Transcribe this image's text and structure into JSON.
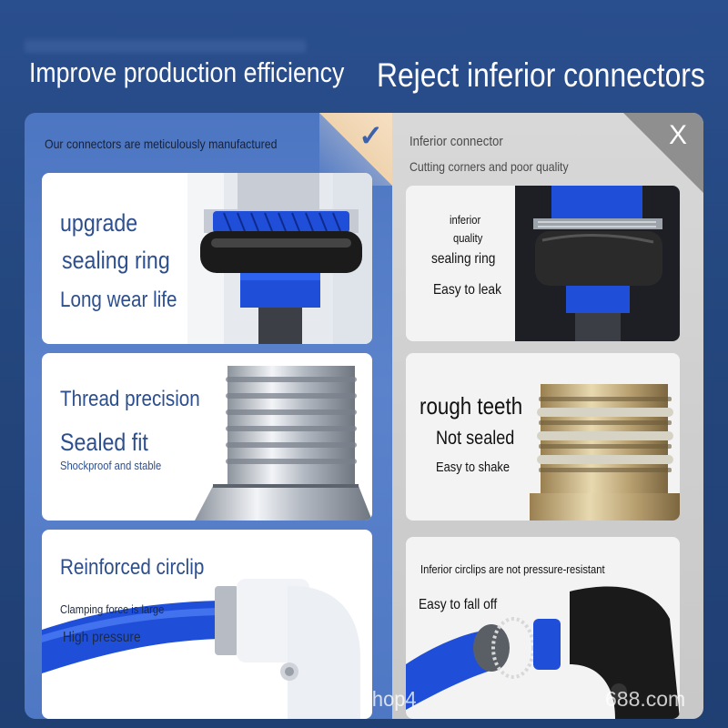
{
  "headlines": {
    "left": "Improve production efficiency",
    "right": "Reject inferior connectors"
  },
  "good_panel": {
    "caption": "Our connectors are meticulously manufactured",
    "badge_icon": "check-icon",
    "card1": {
      "line1": "upgrade",
      "line2": "sealing ring",
      "line3": "Long wear life"
    },
    "card2": {
      "line1": "Thread precision",
      "line2": "Sealed fit",
      "line3": "Shockproof and stable"
    },
    "card3": {
      "line1": "Reinforced circlip",
      "line2": "Clamping force is large",
      "line3": "High pressure"
    }
  },
  "bad_panel": {
    "caption": "Inferior connector",
    "subcaption": "Cutting corners and poor quality",
    "badge_icon": "x-icon",
    "badge_glyph": "X",
    "card1": {
      "line1": "inferior",
      "line2": "quality",
      "line3": "sealing ring",
      "line4": "Easy to leak"
    },
    "card2": {
      "line1": "rough teeth",
      "line2": "Not sealed",
      "line3": "Easy to shake"
    },
    "card3": {
      "line1": "Inferior circlips are not pressure-resistant",
      "line2": "Easy to fall off"
    }
  },
  "watermark": {
    "left": "shop4",
    "right": "688.com"
  },
  "colors": {
    "background": "#24477f",
    "good_panel": "#5b83cc",
    "bad_panel": "#cfcfcf",
    "accent_text": "#2d4f8e",
    "good_corner": "#e9c79c",
    "bad_corner": "#8f8f8f",
    "tube_blue": "#1f4fd8"
  }
}
